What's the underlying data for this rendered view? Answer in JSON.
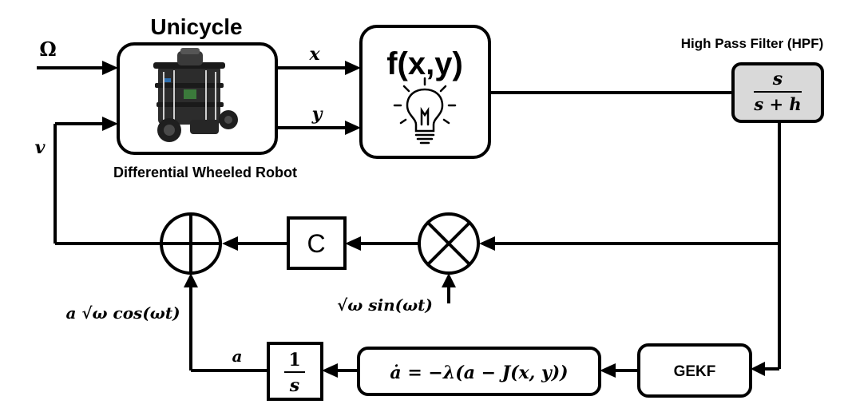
{
  "title": "Unicycle",
  "robot_caption": "Differential Wheeled Robot",
  "inputs": {
    "omega_in": "Ω",
    "v_in": "v"
  },
  "outputs": {
    "x": "x",
    "y": "y"
  },
  "field_block": {
    "label": "f(x,y)",
    "icon": "lightbulb-icon"
  },
  "hpf": {
    "title": "High Pass Filter (HPF)",
    "numerator": "s",
    "denominator": "s + h",
    "fill": "#d9d9d9"
  },
  "controller": {
    "label": "C"
  },
  "dither": {
    "sin_label": "√ω sin(ωt)",
    "cos_label": "a √ω cos(ωt)"
  },
  "integrator": {
    "numerator": "1",
    "denominator": "s",
    "output_label": "a"
  },
  "update_law": {
    "label": "ȧ = −λ(a − J(x, y))"
  },
  "gekf": {
    "label": "GEKF"
  }
}
